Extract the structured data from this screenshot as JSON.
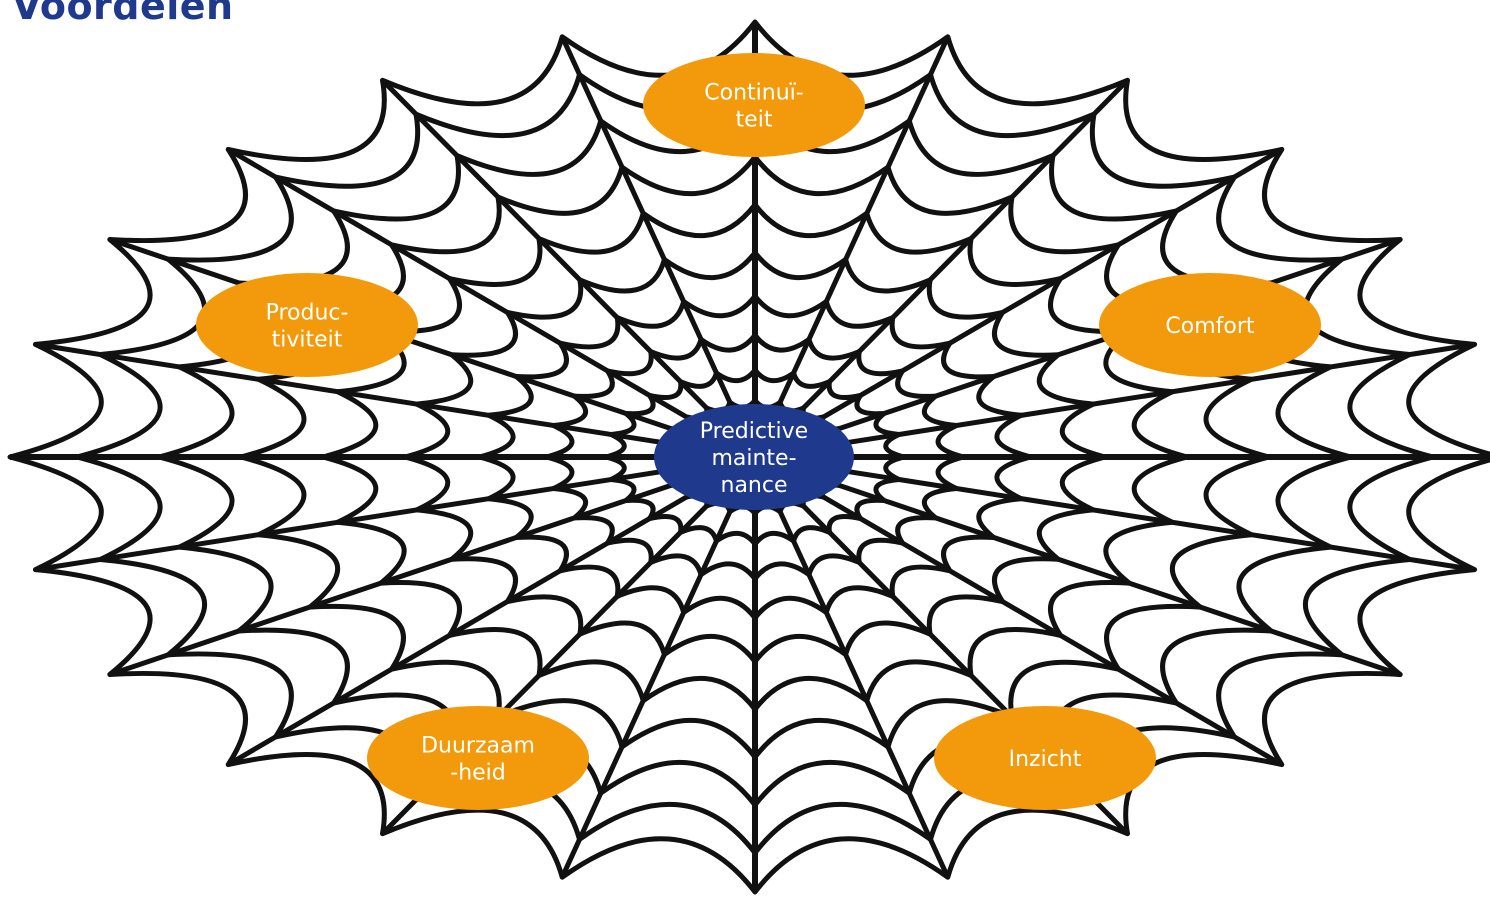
{
  "title": "Voordelen",
  "center": {
    "lines": [
      "Predictive",
      "mainte-",
      "nance"
    ],
    "color": "#1f3a8c"
  },
  "benefits": [
    {
      "id": "continuiteit",
      "lines": [
        "Continuï-",
        "teit"
      ]
    },
    {
      "id": "productiviteit",
      "lines": [
        "Produc-",
        "tiviteit"
      ]
    },
    {
      "id": "comfort",
      "lines": [
        "Comfort"
      ]
    },
    {
      "id": "duurzaamheid",
      "lines": [
        "Duurzaam",
        "-heid"
      ]
    },
    {
      "id": "inzicht",
      "lines": [
        "Inzicht"
      ]
    }
  ],
  "colors": {
    "benefit": "#f39a0c",
    "web": "#111111",
    "title": "#1f3a8c"
  }
}
